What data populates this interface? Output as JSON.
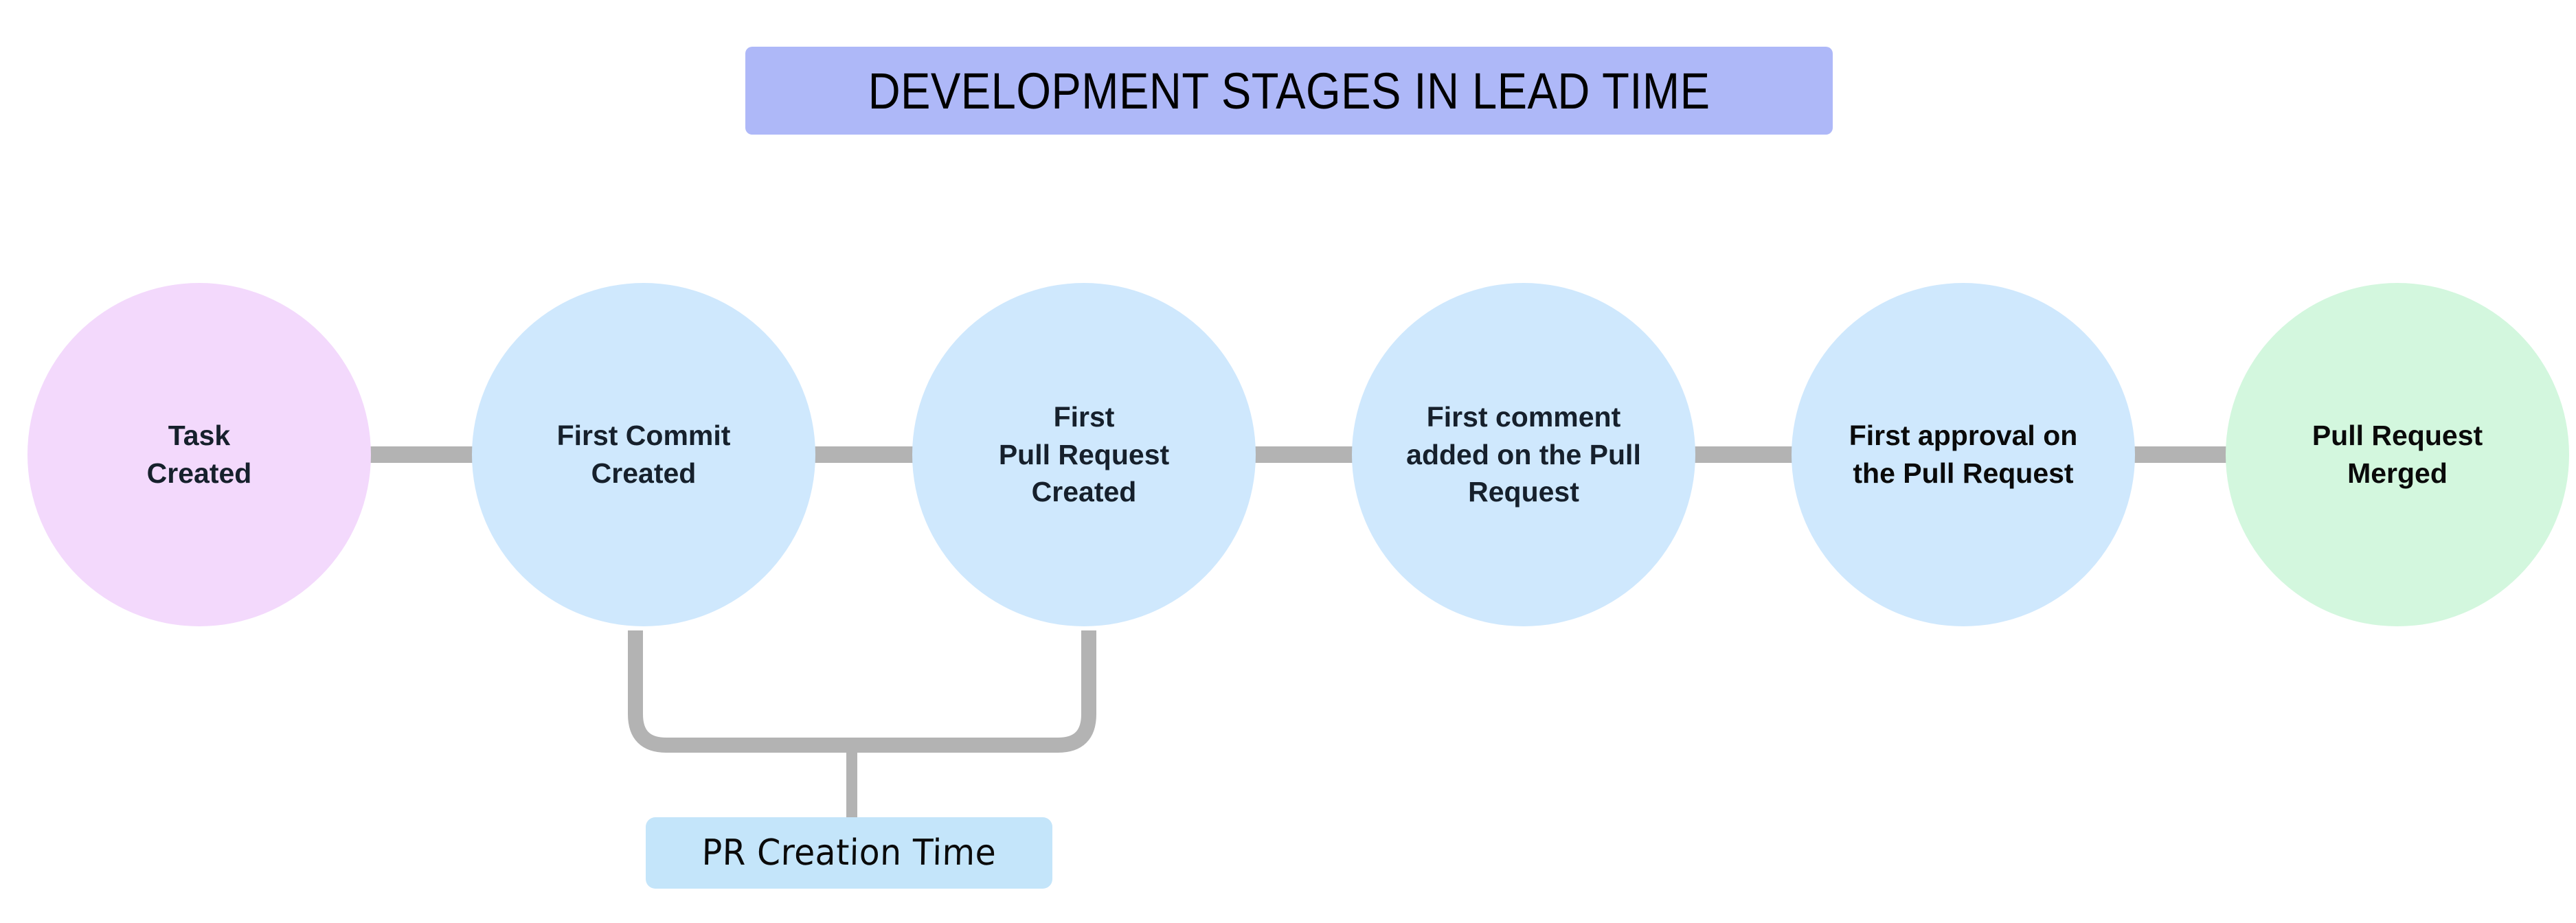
{
  "diagram": {
    "title": "DEVELOPMENT STAGES IN LEAD TIME",
    "title_bg_color": "#aeb8f8",
    "background_color": "#ffffff",
    "edge_color": "#b3b3b3"
  },
  "nodes": [
    {
      "id": "task-created",
      "label": "Task\nCreated",
      "fill": "#f3d9fc",
      "text_color": "#16202c"
    },
    {
      "id": "first-commit-created",
      "label": "First Commit\nCreated",
      "fill": "#cfe8fd",
      "text_color": "#16202c"
    },
    {
      "id": "first-pull-request-created",
      "label": "First\nPull Request\nCreated",
      "fill": "#cfe8fd",
      "text_color": "#16202c"
    },
    {
      "id": "first-comment-added",
      "label": "First comment\nadded on the Pull\nRequest",
      "fill": "#cfe8fd",
      "text_color": "#16202c"
    },
    {
      "id": "first-approval",
      "label": "First approval on\nthe Pull Request",
      "fill": "#cfe8fd",
      "text_color": "#0a0a0a"
    },
    {
      "id": "pull-request-merged",
      "label": "Pull Request\nMerged",
      "fill": "#d3f7de",
      "text_color": "#0a0a0a"
    }
  ],
  "annotations": [
    {
      "id": "pr-creation-time",
      "label": "PR Creation Time",
      "fill": "#c4e5fa",
      "spans_from": "first-commit-created",
      "spans_to": "first-pull-request-created"
    }
  ]
}
